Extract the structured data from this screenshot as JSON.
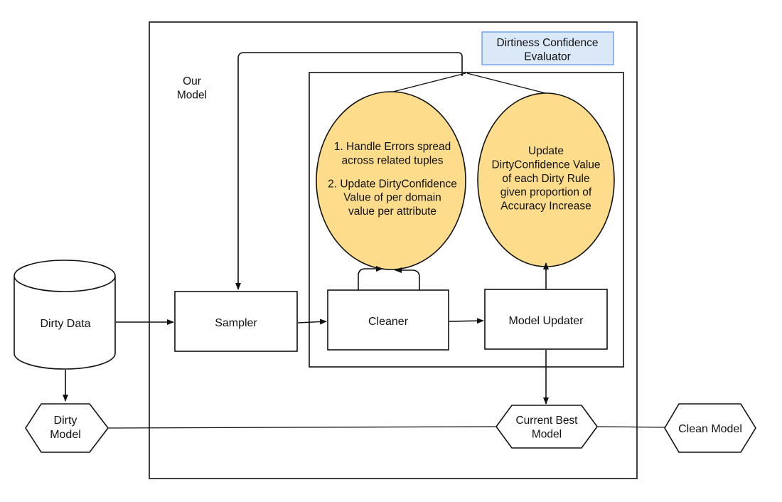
{
  "labels": {
    "our_model": [
      "Our",
      "Model"
    ],
    "evaluator": [
      "Dirtiness Confidence",
      "Evaluator"
    ],
    "cleaner_ellipse": [
      "1. Handle Errors spread",
      "across related tuples",
      "",
      "2. Update DirtyConfidence",
      "Value of per domain",
      "value per attribute"
    ],
    "updater_ellipse": [
      "Update",
      "DirtyConfidence Value",
      "of each Dirty Rule",
      "given proportion of",
      "Accuracy Increase"
    ],
    "dirty_data": [
      "Dirty Data"
    ],
    "sampler": [
      "Sampler"
    ],
    "cleaner": [
      "Cleaner"
    ],
    "model_updater": [
      "Model Updater"
    ],
    "dirty_model": [
      "Dirty",
      "Model"
    ],
    "current_best_model": [
      "Current Best",
      "Model"
    ],
    "clean_model": [
      "Clean Model"
    ]
  },
  "colors": {
    "ellipse_fill": "#fddc8c",
    "evaluator_fill": "#dbe8f8",
    "evaluator_border": "#6d9eeb",
    "stroke": "#111111"
  }
}
